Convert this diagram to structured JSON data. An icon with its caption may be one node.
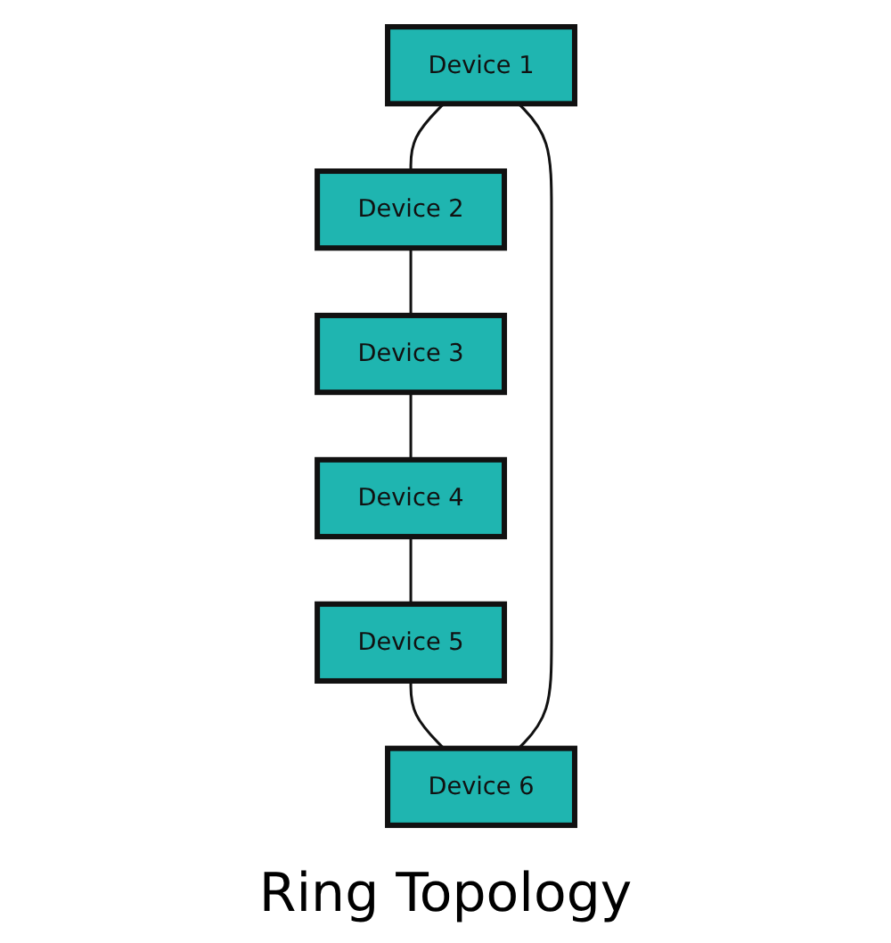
{
  "diagram": {
    "title": "Ring Topology",
    "nodes": [
      {
        "text": [
          "Device 1"
        ]
      },
      {
        "text": [
          "Device 2"
        ]
      },
      {
        "text": [
          "Device 3"
        ]
      },
      {
        "text": [
          "Device 4"
        ]
      },
      {
        "text": [
          "Device 5"
        ]
      },
      {
        "text": [
          "Device 6"
        ]
      }
    ],
    "edges": [
      {
        "from": 0,
        "to": 1,
        "arrow": "none"
      },
      {
        "from": 1,
        "to": 2,
        "arrow": "none"
      },
      {
        "from": 2,
        "to": 3,
        "arrow": "none"
      },
      {
        "from": 3,
        "to": 4,
        "arrow": "none"
      },
      {
        "from": 4,
        "to": 5,
        "arrow": "none"
      },
      {
        "from": 5,
        "to": 0,
        "arrow": "none"
      }
    ]
  }
}
